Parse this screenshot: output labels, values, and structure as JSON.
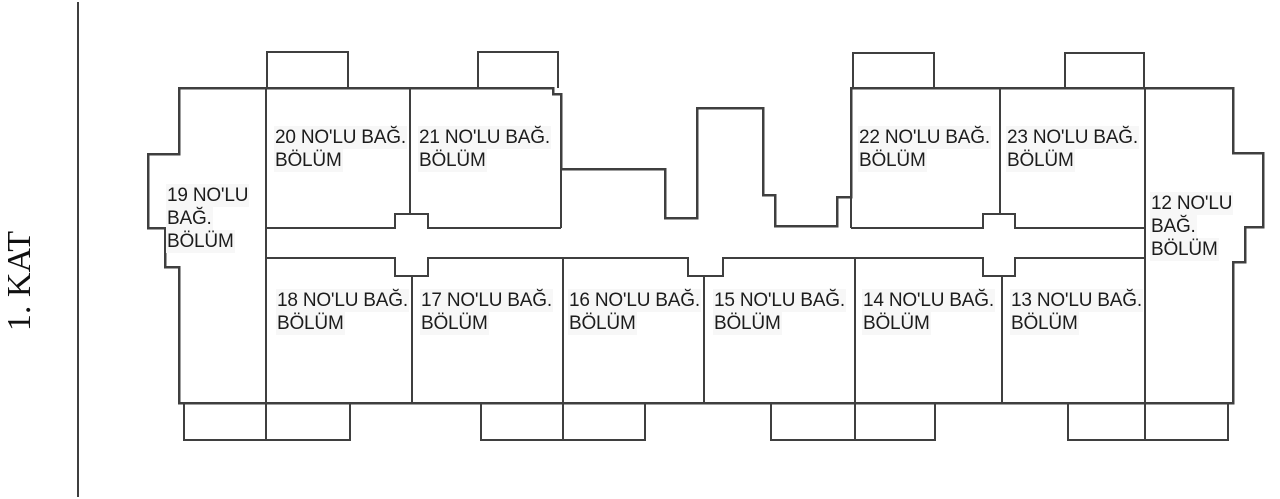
{
  "floor_label": "1. KAT",
  "units": [
    {
      "no": "19",
      "lines": [
        "19 NO'LU",
        "BAĞ.",
        "BÖLÜM"
      ]
    },
    {
      "no": "20",
      "lines": [
        "20 NO'LU BAĞ.",
        "BÖLÜM"
      ]
    },
    {
      "no": "21",
      "lines": [
        "21 NO'LU BAĞ.",
        "BÖLÜM"
      ]
    },
    {
      "no": "22",
      "lines": [
        "22 NO'LU BAĞ.",
        "BÖLÜM"
      ]
    },
    {
      "no": "23",
      "lines": [
        "23 NO'LU BAĞ.",
        "BÖLÜM"
      ]
    },
    {
      "no": "12",
      "lines": [
        "12 NO'LU",
        "BAĞ.",
        "BÖLÜM"
      ]
    },
    {
      "no": "18",
      "lines": [
        "18 NO'LU BAĞ.",
        "BÖLÜM"
      ]
    },
    {
      "no": "17",
      "lines": [
        "17 NO'LU BAĞ.",
        "BÖLÜM"
      ]
    },
    {
      "no": "16",
      "lines": [
        "16 NO'LU BAĞ.",
        "BÖLÜM"
      ]
    },
    {
      "no": "15",
      "lines": [
        "15 NO'LU BAĞ.",
        "BÖLÜM"
      ]
    },
    {
      "no": "14",
      "lines": [
        "14 NO'LU BAĞ.",
        "BÖLÜM"
      ]
    },
    {
      "no": "13",
      "lines": [
        "13 NO'LU BAĞ.",
        "BÖLÜM"
      ]
    }
  ],
  "colors": {
    "line": "#3f3f3f",
    "text": "#1c1c1c",
    "background": "#ffffff"
  }
}
